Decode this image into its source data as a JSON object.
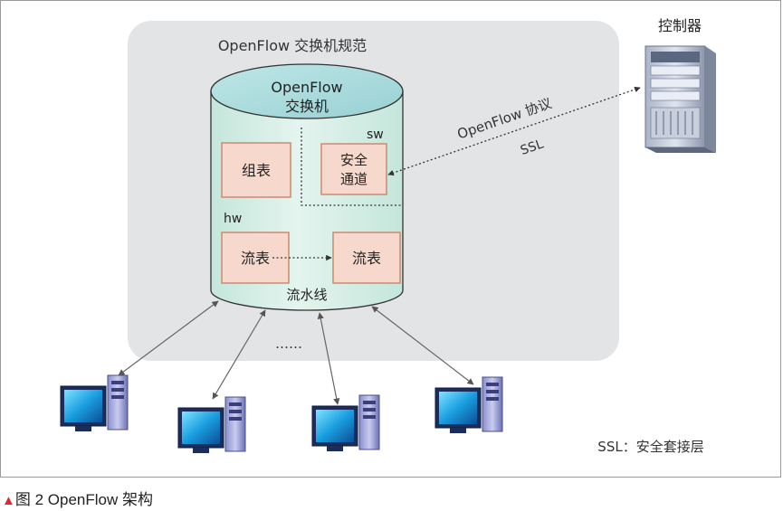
{
  "spec_label": "OpenFlow 交换机规范",
  "switch": {
    "title_line1": "OpenFlow",
    "title_line2": "交换机",
    "sw_label": "sw",
    "hw_label": "hw",
    "group_table": "组表",
    "secure_channel_line1": "安全",
    "secure_channel_line2": "通道",
    "flow_table_1": "流表",
    "flow_table_2": "流表",
    "pipeline": "流水线"
  },
  "controller": {
    "label": "控制器",
    "protocol_label": "OpenFlow 协议",
    "ssl_label": "SSL"
  },
  "ellipsis": "……",
  "legend_note": "SSL：安全套接层",
  "caption": {
    "marker": "▲",
    "text": "图 2  OpenFlow 架构"
  },
  "icons": {
    "controller": "server-rack-icon",
    "host": "desktop-computer-icon"
  },
  "colors": {
    "spec_area": "#e3e4e6",
    "cylinder_body": "#d6eee6",
    "cylinder_top": "#a9dcdd",
    "table_box": "#f6d9cc",
    "table_border": "#c98a72",
    "caption_marker": "#e0282e"
  }
}
